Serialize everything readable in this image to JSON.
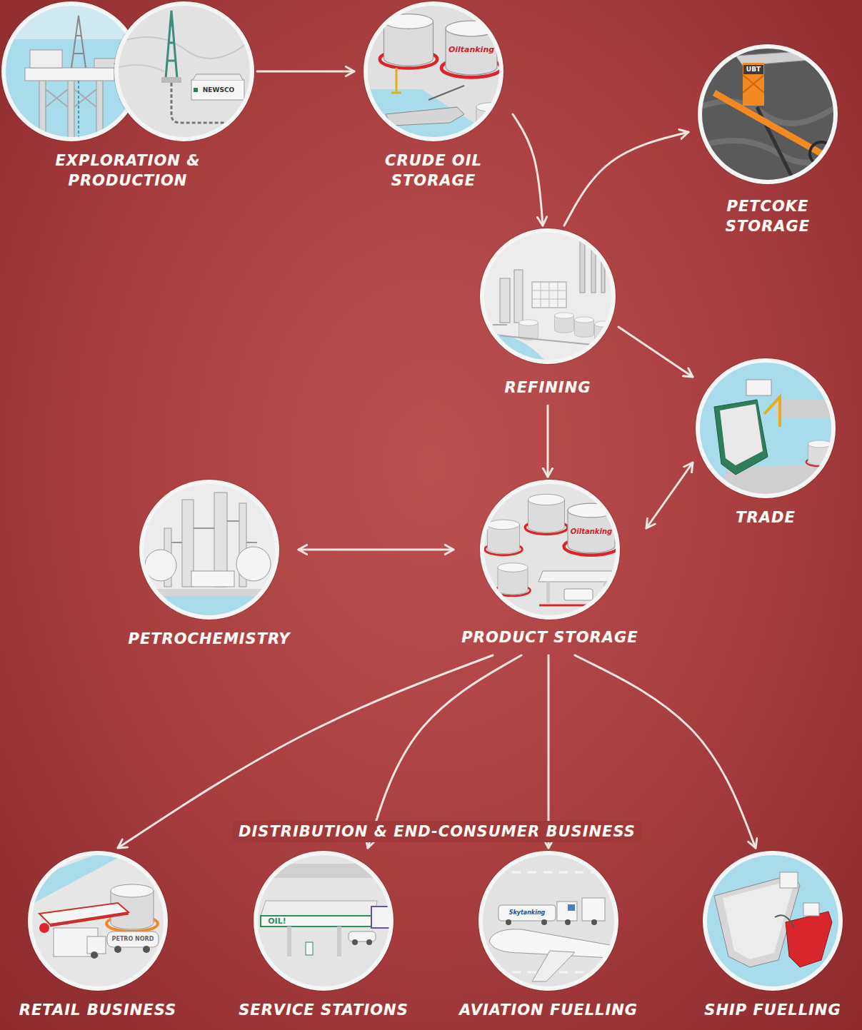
{
  "diagram": {
    "nodes": [
      {
        "text": [
          "EXPLORATION & PRODUCTION"
        ]
      },
      {
        "text": [
          "CRUDE OIL STORAGE"
        ]
      },
      {
        "text": [
          "PETCOKE STORAGE"
        ]
      },
      {
        "text": [
          "REFINING"
        ]
      },
      {
        "text": [
          "TRADE"
        ]
      },
      {
        "text": [
          "PETROCHEMISTRY"
        ]
      },
      {
        "text": [
          "PRODUCT STORAGE"
        ]
      },
      {
        "text": [
          "RETAIL BUSINESS"
        ]
      },
      {
        "text": [
          "SERVICE STATIONS"
        ]
      },
      {
        "text": [
          "AVIATION FUELLING"
        ]
      },
      {
        "text": [
          "SHIP FUELLING"
        ]
      }
    ],
    "edges": [
      {
        "from": 0,
        "to": 1,
        "arrow": "to"
      },
      {
        "from": 1,
        "to": 3,
        "arrow": "to"
      },
      {
        "from": 3,
        "to": 2,
        "arrow": "to"
      },
      {
        "from": 3,
        "to": 4,
        "arrow": "to"
      },
      {
        "from": 3,
        "to": 6,
        "arrow": "to"
      },
      {
        "from": 6,
        "to": 4,
        "arrow": "both"
      },
      {
        "from": 5,
        "to": 6,
        "arrow": "both"
      },
      {
        "from": 6,
        "to": 7,
        "arrow": "to"
      },
      {
        "from": 6,
        "to": 8,
        "arrow": "to"
      },
      {
        "from": 6,
        "to": 9,
        "arrow": "to"
      },
      {
        "from": 6,
        "to": 10,
        "arrow": "to"
      }
    ],
    "labels": [
      "NEWSCO",
      "Oiltanking",
      "UBT",
      "Oiltanking",
      "DISTRIBUTION & END-CONSUMER BUSINESS",
      "PETRO NORD",
      "OIL!",
      "Skytanking"
    ]
  }
}
